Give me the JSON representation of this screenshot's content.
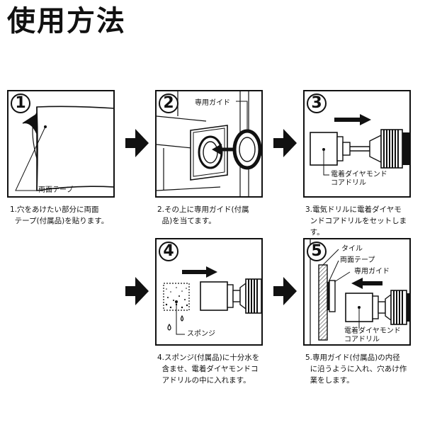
{
  "title": "使用方法",
  "steps": [
    {
      "num": "1",
      "labels": {
        "tape": "両面テープ"
      },
      "caption": "1.穴をあけたい部分に両面\n  テープ(付属品)を貼ります。"
    },
    {
      "num": "2",
      "labels": {
        "guide": "専用ガイド"
      },
      "caption": "2.その上に専用ガイド(付属\n  品)を当てます。"
    },
    {
      "num": "3",
      "labels": {
        "bit": "電着ダイヤモンド\nコアドリル"
      },
      "caption": "3.電気ドリルに電着ダイヤモ\n  ンドコアドリルをセットしま\n  す。"
    },
    {
      "num": "4",
      "labels": {
        "sponge": "スポンジ"
      },
      "caption": "4.スポンジ(付属品)に十分水を\n  含ませ、電着ダイヤモンドコ\n  アドリルの中に入れます。"
    },
    {
      "num": "5",
      "labels": {
        "tile": "タイル",
        "tape": "両面テープ",
        "guide": "専用ガイド",
        "bit": "電着ダイヤモンド\nコアドリル"
      },
      "caption": "5.専用ガイド(付属品)の内径\n  に沿うように入れ、穴あけ作\n  業をします。"
    }
  ],
  "colors": {
    "ink": "#111111",
    "bg": "#ffffff"
  }
}
